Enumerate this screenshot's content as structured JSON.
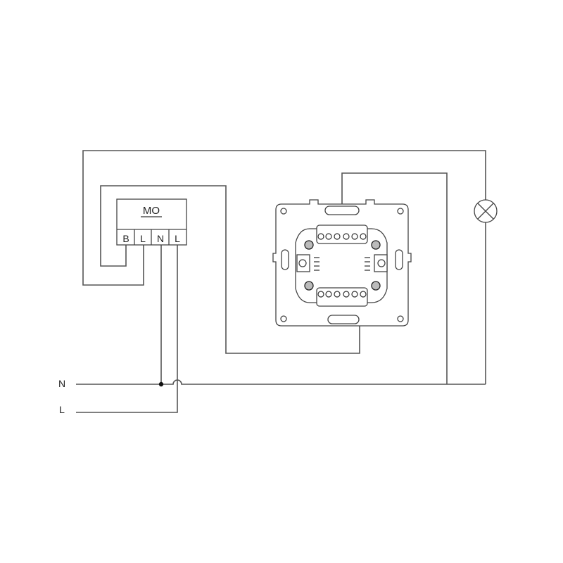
{
  "module": {
    "title": "MO",
    "terminals": [
      "B",
      "L",
      "N",
      "L"
    ]
  },
  "supply": {
    "neutral_label": "N",
    "line_label": "L"
  },
  "components": {
    "lamp": "lamp-icon",
    "switch": "two-way-switch-mechanism"
  }
}
